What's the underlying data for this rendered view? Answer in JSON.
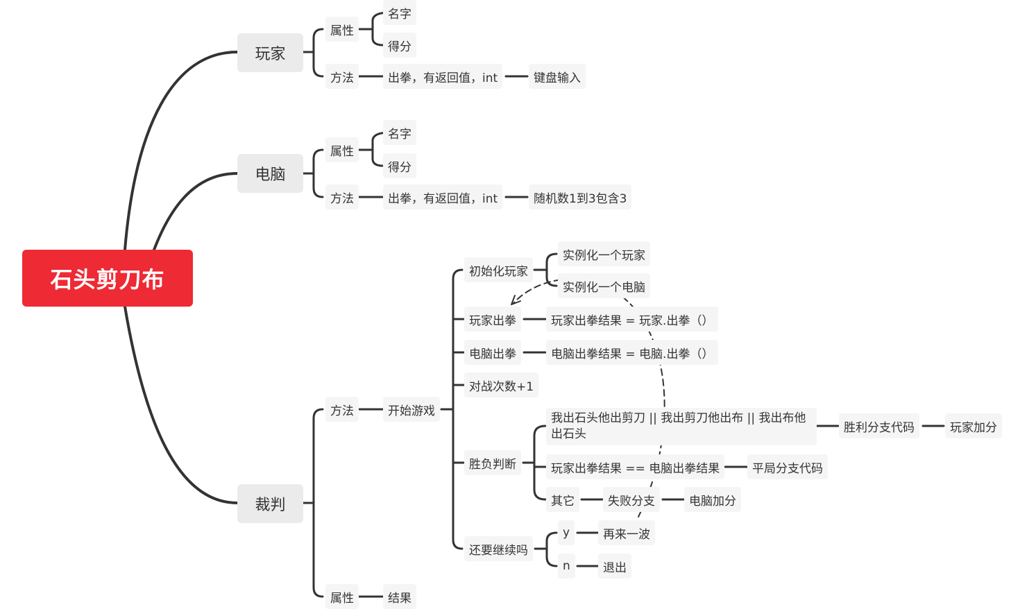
{
  "root": {
    "label": "石头剪刀布"
  },
  "player": {
    "label": "玩家",
    "attr": "属性",
    "name": "名字",
    "score": "得分",
    "method": "方法",
    "punch": "出拳，有返回值，int",
    "input": "键盘输入"
  },
  "computer": {
    "label": "电脑",
    "attr": "属性",
    "name": "名字",
    "score": "得分",
    "method": "方法",
    "punch": "出拳，有返回值，int",
    "random": "随机数1到3包含3"
  },
  "judge": {
    "label": "裁判",
    "method": "方法",
    "start_game": "开始游戏",
    "init": "初始化玩家",
    "init_player": "实例化一个玩家",
    "init_computer": "实例化一个电脑",
    "player_punch": "玩家出拳",
    "player_punch_result": "玩家出拳结果 = 玩家.出拳（）",
    "computer_punch": "电脑出拳",
    "computer_punch_result": "电脑出拳结果 = 电脑.出拳（）",
    "battle_count": "对战次数+1",
    "judge_result": "胜负判断",
    "win_condition": "我出石头他出剪刀 || 我出剪刀他出布 || 我出布他出石头",
    "win_branch": "胜利分支代码",
    "player_add": "玩家加分",
    "draw_condition": "玩家出拳结果 == 电脑出拳结果",
    "draw_branch": "平局分支代码",
    "other": "其它",
    "lose_branch": "失败分支",
    "computer_add": "电脑加分",
    "continue": "还要继续吗",
    "yes": "y",
    "again": "再来一波",
    "no": "n",
    "quit": "退出",
    "attr": "属性",
    "result": "结果"
  },
  "colors": {
    "root": "#ee2a35",
    "main_bg": "#ebebeb",
    "sub_bg": "#f5f5f5",
    "line": "#333333"
  }
}
